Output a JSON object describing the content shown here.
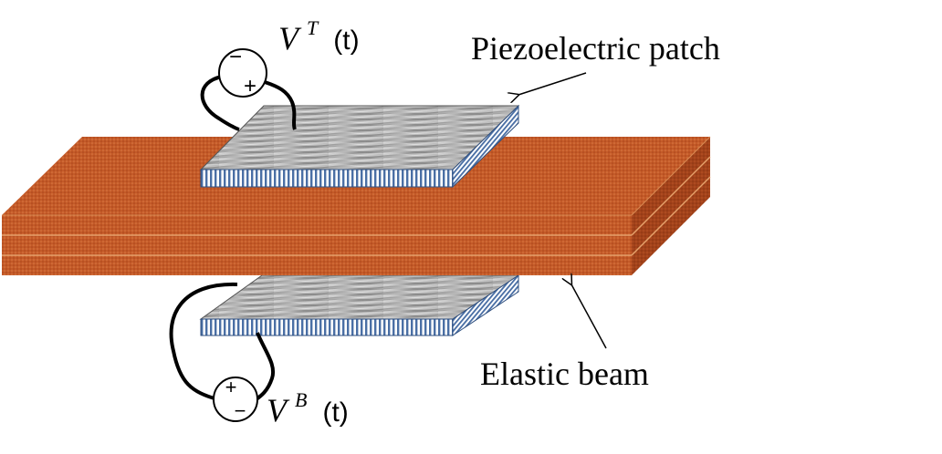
{
  "labels": {
    "piezo_patch": "Piezoelectric patch",
    "elastic_beam": "Elastic beam",
    "top_voltage": {
      "symbol": "V",
      "superscript": "T",
      "argument": "(t)"
    },
    "bottom_voltage": {
      "symbol": "V",
      "superscript": "B",
      "argument": "(t)"
    }
  },
  "source_signs": {
    "top": {
      "upper": "−",
      "lower": "+"
    },
    "bottom": {
      "upper": "+",
      "lower": "−"
    }
  },
  "colors": {
    "beam_top": "#c0602e",
    "beam_front": "#c65a28",
    "beam_side": "#a8461b",
    "beam_layer_line": "#e39a5c",
    "patch_top_light": "#d9d9d9",
    "patch_top_dark": "#8c8c8c",
    "patch_edge_stripe": "#4a6fa5",
    "wire": "#000000"
  }
}
